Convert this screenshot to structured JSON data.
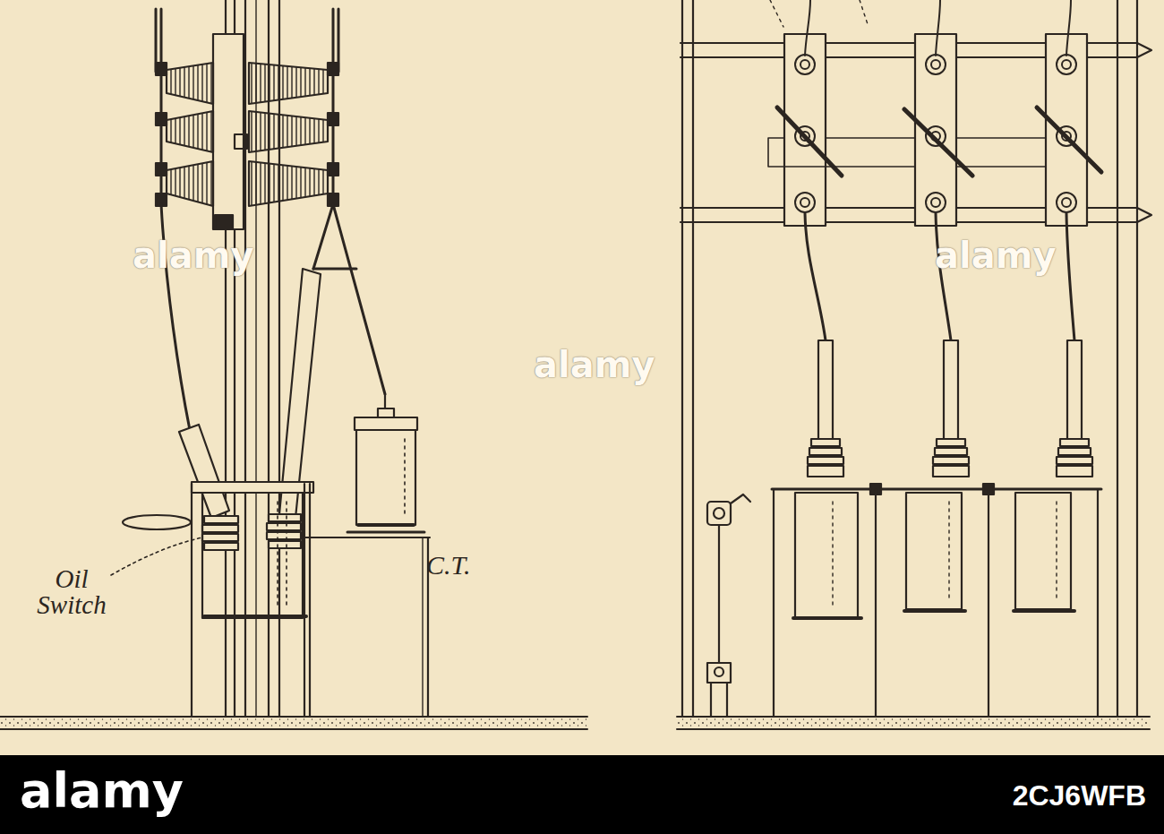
{
  "diagram": {
    "labels": [
      "C.T.",
      "Oil Switch",
      "alamy",
      "alamy",
      "alamy",
      "alamy",
      "2CJ6WFB"
    ]
  }
}
